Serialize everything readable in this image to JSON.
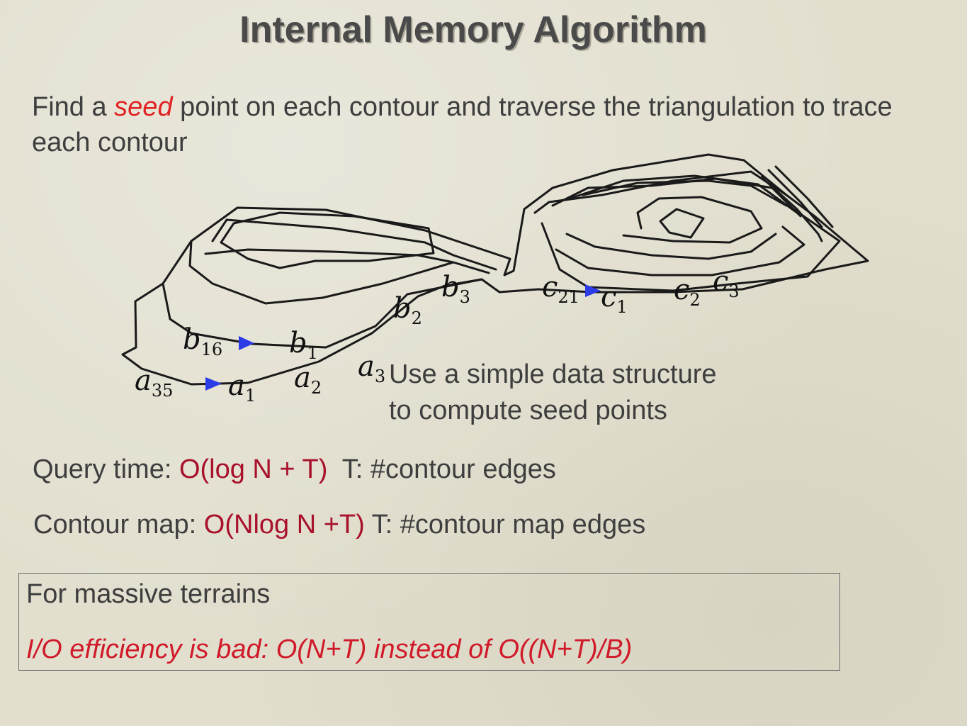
{
  "slide": {
    "title": "Internal Memory Algorithm",
    "intro": {
      "before": "Find a ",
      "highlight": "seed",
      "after": " point on each contour and traverse the triangulation to trace each contour"
    },
    "note": {
      "line1": "Use a simple data structure",
      "line2": "to compute seed points"
    },
    "query": {
      "label": "Query time: ",
      "complexity": "O(log N + T)",
      "explain": "  T: #contour edges"
    },
    "contour_map": {
      "label": "Contour map: ",
      "complexity": "O(Nlog N +T)",
      "explain": " T: #contour map edges"
    },
    "box": {
      "heading": "For massive terrains",
      "warning": "I/O efficiency is bad: O(N+T) instead of O((N+T)/B)"
    }
  },
  "diagram": {
    "labels": {
      "a35": {
        "base": "a",
        "sub": "35"
      },
      "a1": {
        "base": "a",
        "sub": "1"
      },
      "a2": {
        "base": "a",
        "sub": "2"
      },
      "a3": {
        "base": "a",
        "sub": "3"
      },
      "b16": {
        "base": "b",
        "sub": "16"
      },
      "b1": {
        "base": "b",
        "sub": "1"
      },
      "b2": {
        "base": "b",
        "sub": "2"
      },
      "b3": {
        "base": "b",
        "sub": "3"
      },
      "c21": {
        "base": "c",
        "sub": "21"
      },
      "c1": {
        "base": "c",
        "sub": "1"
      },
      "c2": {
        "base": "c",
        "sub": "2"
      },
      "c3": {
        "base": "c",
        "sub": "3"
      }
    },
    "colors": {
      "contour": "#1a1a1a",
      "arrow": "#2b3be6"
    }
  }
}
